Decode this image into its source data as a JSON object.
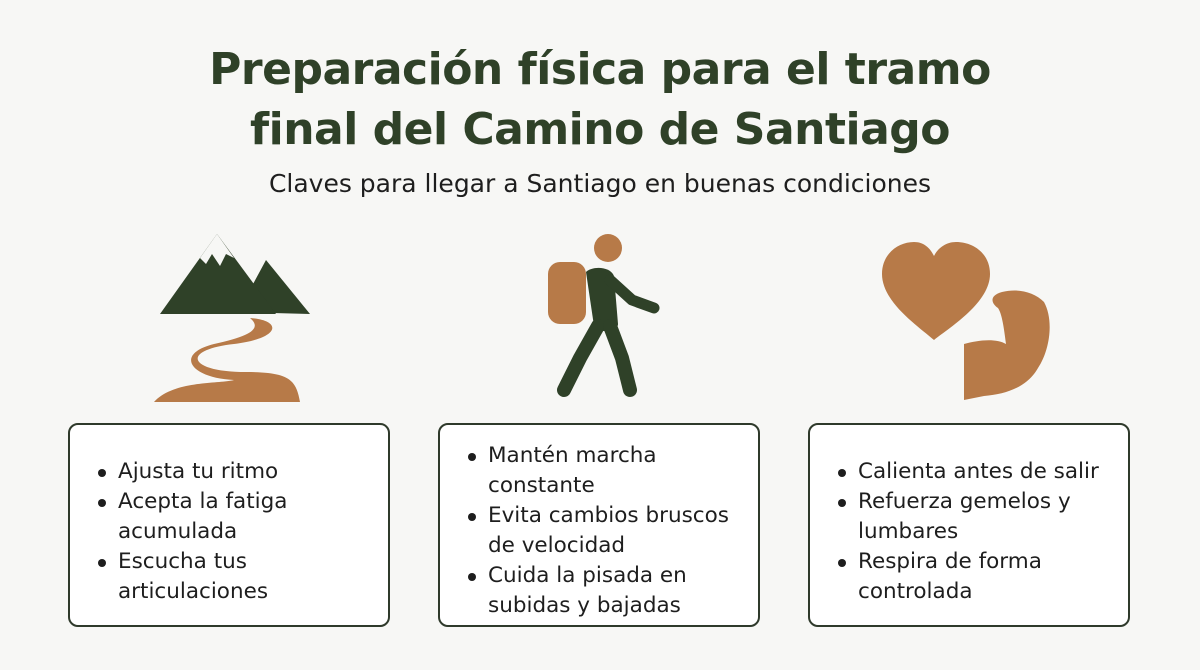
{
  "title": {
    "line1": "Preparación física para el tramo",
    "line2": "final del Camino de Santiago"
  },
  "subtitle": "Claves para llegar a Santiago en buenas condiciones",
  "colors": {
    "dark_green": "#2f4128",
    "brown": "#b77a48",
    "text": "#1e1e1e",
    "card_border": "#2f3a2b"
  },
  "columns": [
    {
      "icon": "mountain-path-icon",
      "items": [
        "Ajusta tu ritmo",
        "Acepta la fatiga acumulada",
        "Escucha tus articulaciones"
      ]
    },
    {
      "icon": "hiker-icon",
      "items": [
        "Mantén marcha constante",
        "Evita cambios bruscos de velocidad",
        "Cuida la pisada en subidas y bajadas"
      ]
    },
    {
      "icon": "heart-muscle-icon",
      "items": [
        "Calienta antes de salir",
        "Refuerza gemelos y lumbares",
        "Respira de forma controlada"
      ]
    }
  ]
}
